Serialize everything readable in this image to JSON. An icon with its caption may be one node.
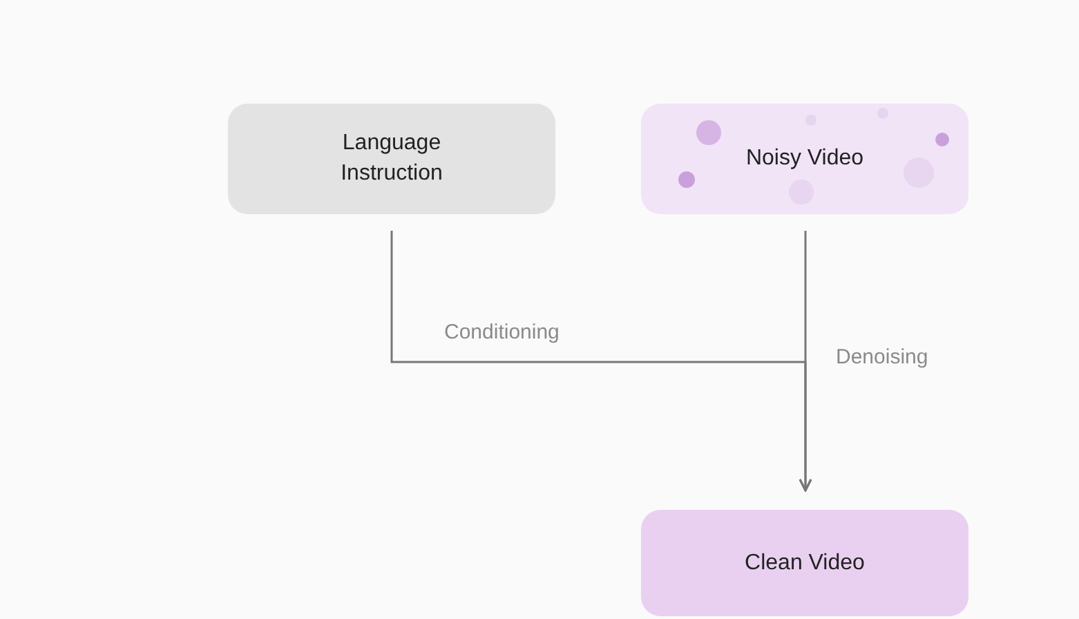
{
  "diagram": {
    "nodes": [
      {
        "text": [
          "Language Instruction"
        ]
      },
      {
        "text": [
          "Noisy Video"
        ]
      },
      {
        "text": [
          "Clean Video"
        ]
      }
    ],
    "edges": [
      {
        "from": 0,
        "to": 2,
        "arrow": "to",
        "label": "Conditioning"
      },
      {
        "from": 1,
        "to": 2,
        "arrow": "to",
        "label": "Denoising"
      }
    ]
  }
}
